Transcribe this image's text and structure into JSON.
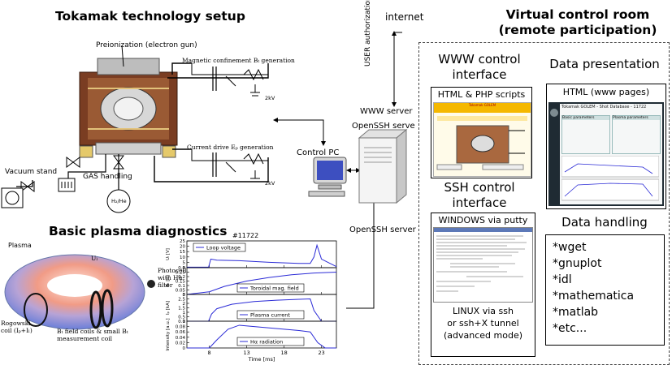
{
  "left": {
    "setup_title": "Tokamak technology setup",
    "preionization": "Preionization (electron gun)",
    "magnetic_confinement": "Magnetic confinement Bₜ generation",
    "current_drive": "Current drive Eₚ generation",
    "vacuum_stand": "Vacuum stand",
    "gas_handling": "GAS handling",
    "h2he": "H₂/He",
    "diag_title": "Basic plasma diagnostics",
    "torus_labels": {
      "plasma": "Plasma",
      "photocell": "Photocell with Hα filter",
      "rogowski": "Rogowski coil (Iₚ+Iₗ)",
      "bt_coils": "Bₜ field coils & small Bₜ measurement coil",
      "ul": "Uₗ"
    },
    "capacitor_labels": [
      "2kV",
      "2kV"
    ]
  },
  "middle": {
    "internet": "internet",
    "user_auth": "USER authorization",
    "www_server": "WWW server",
    "openssh_server_top": "OpenSSH serve",
    "control_pc": "Control PC",
    "openssh_server_bottom": "OpenSSH server"
  },
  "right": {
    "title_line1": "Virtual control room",
    "title_line2": "(remote participation)",
    "www_control": "WWW control interface",
    "html_php": "HTML & PHP scripts",
    "data_presentation": "Data presentation",
    "html_www": "HTML (www pages)",
    "ssh_control": "SSH control interface",
    "windows_putty": "WINDOWS via putty",
    "linux_ssh": "LINUX via ssh",
    "ssh_x": "or ssh+X tunnel",
    "advanced": "(advanced mode)",
    "data_handling": "Data handling",
    "tools": [
      "*wget",
      "*gnuplot",
      "*idl",
      "*mathematica",
      "*matlab",
      "*etc..."
    ],
    "php_page_header": "Tokamak GOLEM - Shot Database - 11722",
    "php_nav_header": "Tokamak GOLEM",
    "basic_params": "Basic parameters",
    "plasma_params": "Plasma parameters"
  },
  "chart_data": {
    "type": "line",
    "title": "#11722",
    "xlabel": "Time [ms]",
    "xticks": [
      8,
      13,
      18,
      23
    ],
    "xlim": [
      5,
      25
    ],
    "panels": [
      {
        "ylabel": "Uₗ [V]",
        "ylim": [
          0,
          25
        ],
        "yticks": [
          0,
          5,
          10,
          15,
          20,
          25
        ],
        "legend": "Loop voltage",
        "x": [
          5,
          7.9,
          8.2,
          9,
          12,
          16,
          20,
          21.5,
          22,
          22.4,
          23,
          25
        ],
        "y": [
          0.5,
          0.5,
          8,
          7,
          6.5,
          5,
          4,
          4,
          10,
          21,
          8,
          1
        ]
      },
      {
        "ylabel": "Bₜ [T]",
        "ylim": [
          0,
          0.3
        ],
        "yticks": [
          0,
          0.05,
          0.1,
          0.15,
          0.2,
          0.25,
          0.3
        ],
        "legend": "Toroidal mag. field",
        "x": [
          5,
          8,
          10,
          13,
          16,
          19,
          22,
          25
        ],
        "y": [
          0.0,
          0.03,
          0.09,
          0.15,
          0.19,
          0.22,
          0.24,
          0.25
        ]
      },
      {
        "ylabel": "Iₚ [kA]",
        "ylim": [
          0,
          3
        ],
        "yticks": [
          0,
          0.5,
          1,
          1.5,
          2,
          2.5,
          3
        ],
        "legend": "Plasma current",
        "x": [
          5,
          7.9,
          8.3,
          9,
          11,
          14,
          17,
          20,
          21.5,
          22,
          23,
          25
        ],
        "y": [
          0,
          0,
          0.8,
          1.4,
          1.9,
          2.2,
          2.35,
          2.45,
          2.5,
          1.2,
          0,
          0
        ]
      },
      {
        "ylabel": "Intensity [a.u.]",
        "ylim": [
          0,
          0.1
        ],
        "yticks": [
          0,
          0.02,
          0.04,
          0.06,
          0.08,
          0.1
        ],
        "legend": "Hα radiation",
        "x": [
          5,
          8,
          9,
          10.5,
          12,
          14,
          16,
          18,
          20,
          21.5,
          22.5,
          23.5,
          25
        ],
        "y": [
          0.0,
          0.0,
          0.03,
          0.07,
          0.085,
          0.08,
          0.075,
          0.07,
          0.065,
          0.06,
          0.02,
          0.0,
          0.0
        ]
      }
    ]
  },
  "colors": {
    "series": "#2b2bd6",
    "tokamak_brown": "#7a3d22",
    "monitor_blue": "#3d4fc0",
    "dashed_border": "#444444",
    "php_header": "#f5b800",
    "html_dark": "#1f2b33"
  }
}
